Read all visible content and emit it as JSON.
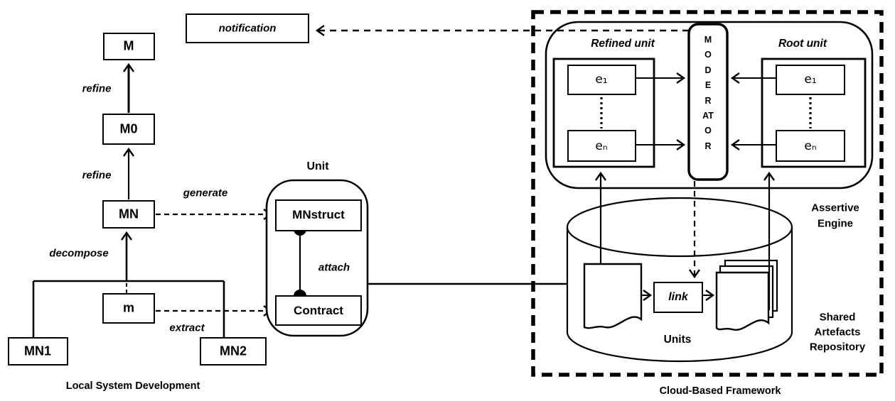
{
  "titles": {
    "local": "Local System Development",
    "cloud": "Cloud-Based Framework"
  },
  "local": {
    "nodes": {
      "M": "M",
      "M0": "M0",
      "MN": "MN",
      "m": "m",
      "MN1": "MN1",
      "MN2": "MN2"
    },
    "edge_labels": {
      "refine_top": "refine",
      "refine_mid": "refine",
      "decompose": "decompose",
      "generate": "generate",
      "extract": "extract"
    }
  },
  "unit": {
    "title": "Unit",
    "mnstruct": "MNstruct",
    "contract": "Contract",
    "attach_label": "attach"
  },
  "notification_label": "notification",
  "cloud": {
    "assertive_engine": {
      "line1": "Assertive",
      "line2": "Engine"
    },
    "refined_unit_title": "Refined unit",
    "root_unit_title": "Root unit",
    "moderator": "MODERATOR",
    "refined": {
      "e1": "e₁",
      "en": "eₙ"
    },
    "root": {
      "e1": "e₁",
      "en": "eₙ"
    },
    "repository": {
      "line1": "Shared",
      "line2": "Artefacts",
      "line3": "Repository"
    },
    "units_label": "Units",
    "link_label": "link"
  },
  "colors": {
    "ink": "#000000",
    "background": "#ffffff"
  }
}
